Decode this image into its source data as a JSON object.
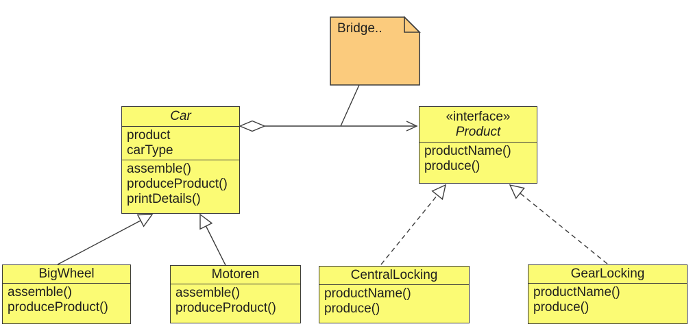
{
  "colors": {
    "class_fill": "#fbfb74",
    "note_fill": "#fbcb7d",
    "line": "#3c3c3c",
    "text": "#1e1e1e",
    "background": "#ffffff"
  },
  "note": {
    "text": "Bridge..",
    "attached_to": "aggregation-connector"
  },
  "classes": {
    "car": {
      "name": "Car",
      "abstract": true,
      "attributes": [
        "product",
        "carType"
      ],
      "methods": [
        "assemble()",
        "produceProduct()",
        "printDetails()"
      ]
    },
    "product": {
      "stereotype": "«interface»",
      "name": "Product",
      "methods": [
        "productName()",
        "produce()"
      ]
    },
    "bigwheel": {
      "name": "BigWheel",
      "methods": [
        "assemble()",
        "produceProduct()"
      ]
    },
    "motoren": {
      "name": "Motoren",
      "methods": [
        "assemble()",
        "produceProduct()"
      ]
    },
    "centrallocking": {
      "name": "CentralLocking",
      "methods": [
        "productName()",
        "produce()"
      ]
    },
    "gearlocking": {
      "name": "GearLocking",
      "methods": [
        "productName()",
        "produce()"
      ]
    }
  },
  "relationships": [
    {
      "type": "aggregation",
      "from": "Car",
      "to": "Product",
      "diamond_at": "Car",
      "arrow": "open"
    },
    {
      "type": "generalization",
      "from": "BigWheel",
      "to": "Car"
    },
    {
      "type": "generalization",
      "from": "Motoren",
      "to": "Car"
    },
    {
      "type": "realization",
      "from": "CentralLocking",
      "to": "Product"
    },
    {
      "type": "realization",
      "from": "GearLocking",
      "to": "Product"
    }
  ]
}
